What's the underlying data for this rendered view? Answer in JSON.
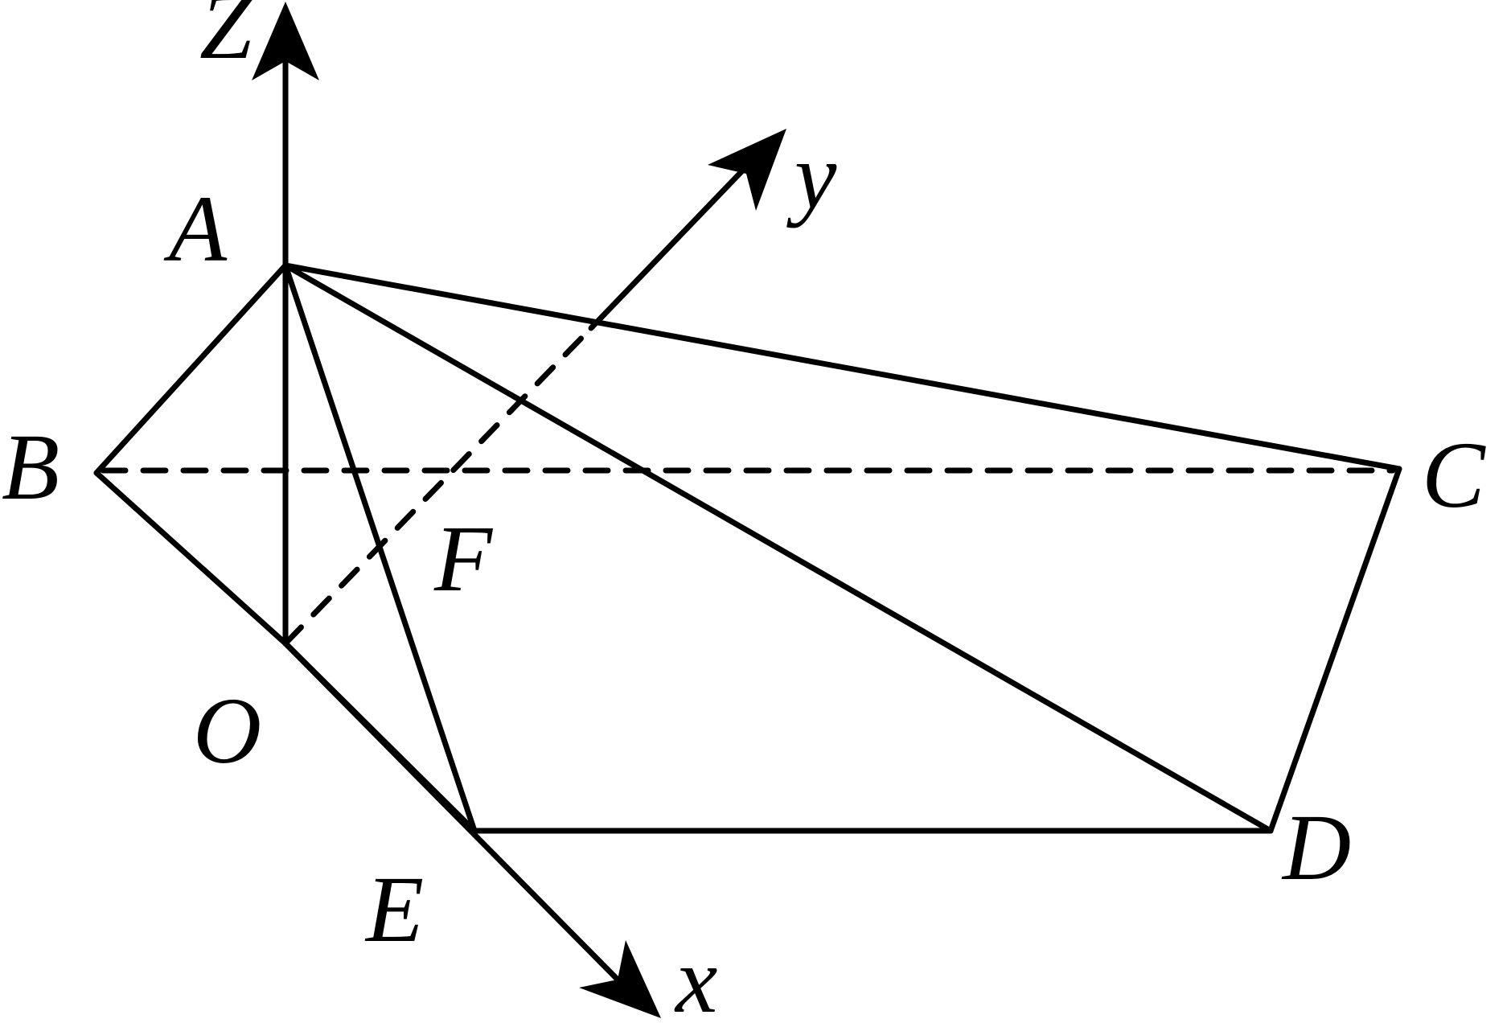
{
  "labels": {
    "A": "A",
    "B": "B",
    "C": "C",
    "D": "D",
    "E": "E",
    "F": "F",
    "O": "O",
    "x": "x",
    "y": "y",
    "z": "Z"
  },
  "colors": {
    "stroke": "#000000",
    "background": "#ffffff"
  }
}
